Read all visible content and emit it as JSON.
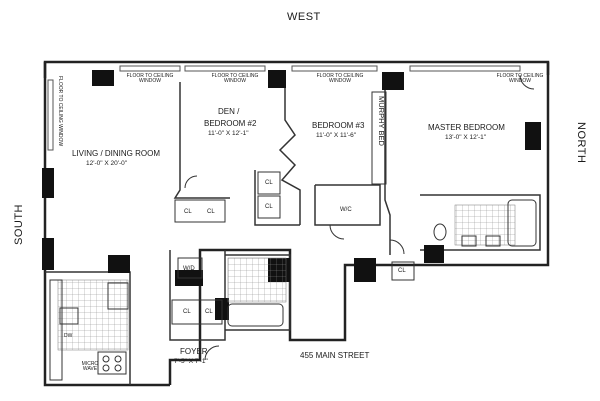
{
  "compass": {
    "west": "WEST",
    "north": "NORTH",
    "south": "SOUTH"
  },
  "address": "455 MAIN STREET",
  "rooms": {
    "living": {
      "name": "LIVING / DINING ROOM",
      "dims": "12'-0\" X 20'-0\""
    },
    "den": {
      "name1": "DEN /",
      "name2": "BEDROOM #2",
      "dims": "11'-0\" X 12'-1\""
    },
    "bed3": {
      "name": "BEDROOM #3",
      "dims": "11'-0\" X 11'-6\""
    },
    "master": {
      "name": "MASTER BEDROOM",
      "dims": "13'-0\" X 12'-1\""
    },
    "foyer": {
      "name": "FOYER",
      "dims": "7'-5\" X 7'-1\""
    }
  },
  "fixtures": {
    "murphy_bed": "MURPHY BED",
    "wic": "W/C",
    "wd": "W/D",
    "closet": "CL",
    "dw": "DW",
    "micro": "MICRO WAVE",
    "floor_to_ceiling": "FLOOR TO CEILING WINDOW"
  }
}
